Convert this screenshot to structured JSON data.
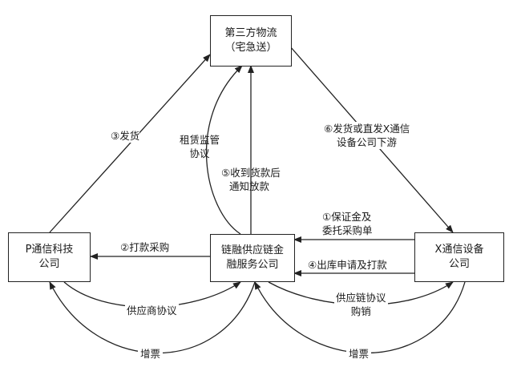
{
  "nodes": {
    "logistics": {
      "line1": "第三方物流",
      "line2": "（宅急送）"
    },
    "p_company": {
      "line1": "P通信科技",
      "line2": "公司"
    },
    "finance": {
      "line1": "链融供应链金",
      "line2": "融服务公司"
    },
    "x_company": {
      "line1": "X通信设备",
      "line2": "公司"
    }
  },
  "edges": {
    "ship": "③发货",
    "lease_line1": "租赁监管",
    "lease_line2": "协议",
    "notify_line1": "⑤收到货款后",
    "notify_line2": "通知放款",
    "deliver_line1": "⑥发货或直发X通信",
    "deliver_line2": "设备公司下游",
    "deposit_line1": "①保证金及",
    "deposit_line2": "委托采购单",
    "pay_purchase": "②打款采购",
    "outbound": "④出库申请及打款",
    "supplier_agreement": "供应商协议",
    "invoice_left": "增票",
    "scm_line1": "供应链协议",
    "scm_line2": "购销",
    "invoice_right": "增票"
  }
}
